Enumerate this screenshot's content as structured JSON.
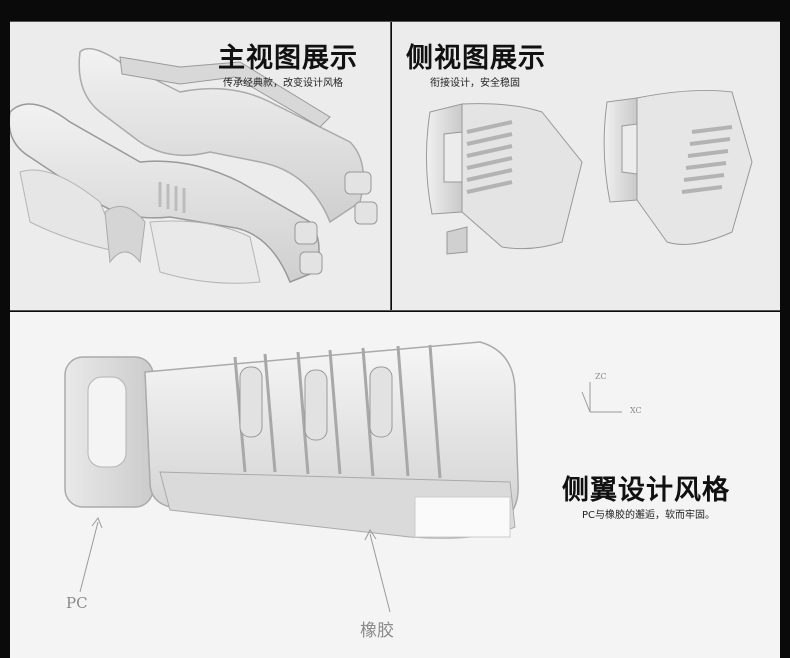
{
  "front_view": {
    "title": "主视图展示",
    "subtitle": "传承经典款，改变设计风格"
  },
  "side_view": {
    "title": "侧视图展示",
    "subtitle": "衔接设计，安全稳固"
  },
  "side_wing": {
    "title": "侧翼设计风格",
    "subtitle": "PC与橡胶的邂逅，软而牢固。",
    "label_pc": "PC",
    "label_rubber": "橡胶",
    "axis_zc": "ZC",
    "axis_xc": "XC"
  },
  "colors": {
    "background": "#0a0a0a",
    "panel": "#ececec",
    "model": "#dcdcdc",
    "title": "#111111"
  }
}
